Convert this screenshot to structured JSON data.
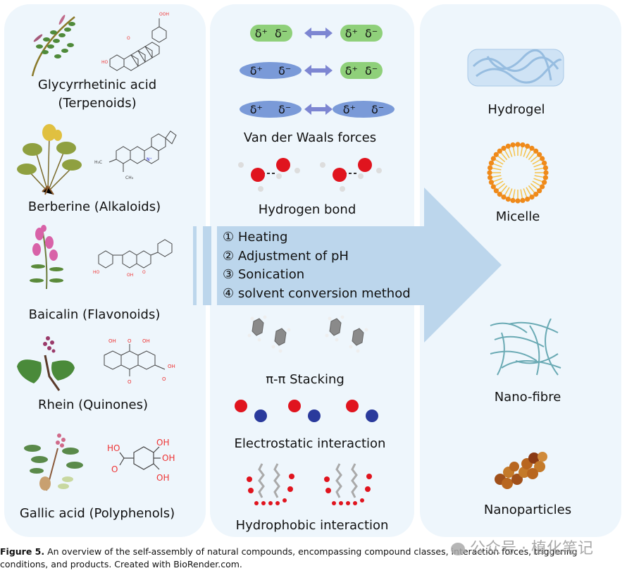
{
  "figure": {
    "compounds": [
      {
        "label_line1": "Glycyrrhetinic acid",
        "label_line2": "(Terpenoids)",
        "plant_icon": "licorice-plant-icon",
        "structure_icon": "glycyrrhetinic-acid-structure-icon"
      },
      {
        "label_line1": "Berberine (Alkaloids)",
        "plant_icon": "coptis-plant-icon",
        "structure_icon": "berberine-structure-icon"
      },
      {
        "label_line1": "Baicalin (Flavonoids)",
        "plant_icon": "scutellaria-plant-icon",
        "structure_icon": "baicalin-structure-icon"
      },
      {
        "label_line1": "Rhein (Quinones)",
        "plant_icon": "rhubarb-plant-icon",
        "structure_icon": "rhein-structure-icon"
      },
      {
        "label_line1": "Gallic acid (Polyphenols)",
        "plant_icon": "galla-plant-icon",
        "structure_icon": "gallic-acid-structure-icon"
      }
    ],
    "forces": {
      "vdw_label": "Van der Waals forces",
      "delta_plus": "δ⁺",
      "delta_minus": "δ⁻",
      "hbond_label": "Hydrogen bond",
      "pi_label": "π-π Stacking",
      "electro_label": "Electrostatic interaction",
      "hydrophobic_label": "Hydrophobic interaction"
    },
    "conditions": [
      "① Heating",
      "② Adjustment of pH",
      "③ Sonication",
      "④ solvent conversion method"
    ],
    "products": [
      {
        "label": "Hydrogel"
      },
      {
        "label": "Micelle"
      },
      {
        "label": "Nano-fibre"
      },
      {
        "label": "Nanoparticles"
      }
    ],
    "caption_bold": "Figure 5.",
    "caption_text": " An overview of the self-assembly of natural compounds, encompassing compound classes, interaction forces, triggering conditions, and products. Created with BioRender.com.",
    "watermark": "公众号 · 植化笔记",
    "colors": {
      "panel_bg": "#eef6fc",
      "arrow": "#bcd6ec",
      "pill_green": "#8fd07a",
      "pill_blue": "#7a9ad8",
      "double_arrow": "#7d86d2",
      "atom_red": "#e0141e",
      "atom_blue": "#2a3a9c",
      "micelle_orange": "#ef8a1a",
      "micelle_tail": "#f6c24a",
      "fibre": "#6aaab4",
      "particle": "#b8661f"
    }
  }
}
